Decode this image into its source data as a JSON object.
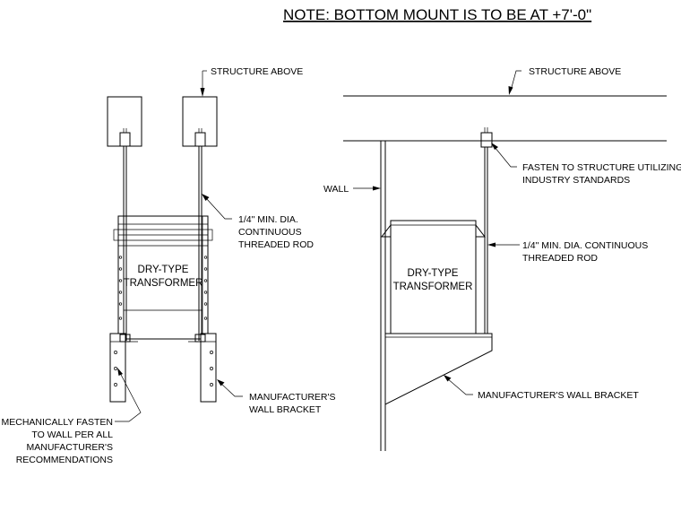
{
  "note": "NOTE: BOTTOM MOUNT IS TO BE AT +7'-0\"",
  "left_view": {
    "structure_above": "STRUCTURE ABOVE",
    "threaded_rod": [
      "1/4\" MIN. DIA.",
      "CONTINUOUS",
      "THREADED ROD"
    ],
    "transformer": [
      "DRY-TYPE",
      "TRANSFORMER"
    ],
    "wall_bracket": [
      "MANUFACTURER'S",
      "WALL BRACKET"
    ],
    "fasten_note": [
      "MECHANICALLY FASTEN",
      "TO WALL PER ALL",
      "MANUFACTURER'S",
      "RECOMMENDATIONS"
    ]
  },
  "right_view": {
    "structure_above": "STRUCTURE ABOVE",
    "fasten_structure": [
      "FASTEN TO STRUCTURE UTILIZING",
      "INDUSTRY STANDARDS"
    ],
    "wall": "WALL",
    "threaded_rod": [
      "1/4\" MIN. DIA. CONTINUOUS",
      "THREADED ROD"
    ],
    "transformer": [
      "DRY-TYPE",
      "TRANSFORMER"
    ],
    "wall_bracket": "MANUFACTURER'S WALL BRACKET"
  }
}
